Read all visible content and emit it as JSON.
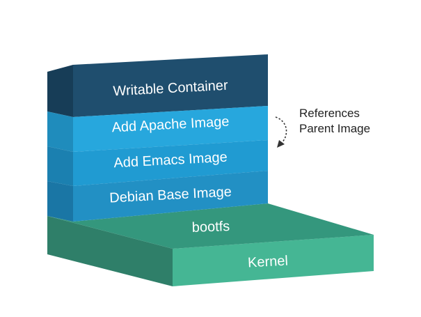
{
  "layers": [
    {
      "label": "Writable Container",
      "color": "#1f4e6e"
    },
    {
      "label": "Add Apache Image",
      "color": "#27a7dd"
    },
    {
      "label": "Add Emacs Image",
      "color": "#209bd2"
    },
    {
      "label": "Debian Base Image",
      "color": "#2290c4"
    },
    {
      "label": "bootfs",
      "color": "#34977d"
    },
    {
      "label": "Kernel",
      "color": "#45b694"
    }
  ],
  "annotation": {
    "line1": "References",
    "line2": "Parent Image"
  }
}
